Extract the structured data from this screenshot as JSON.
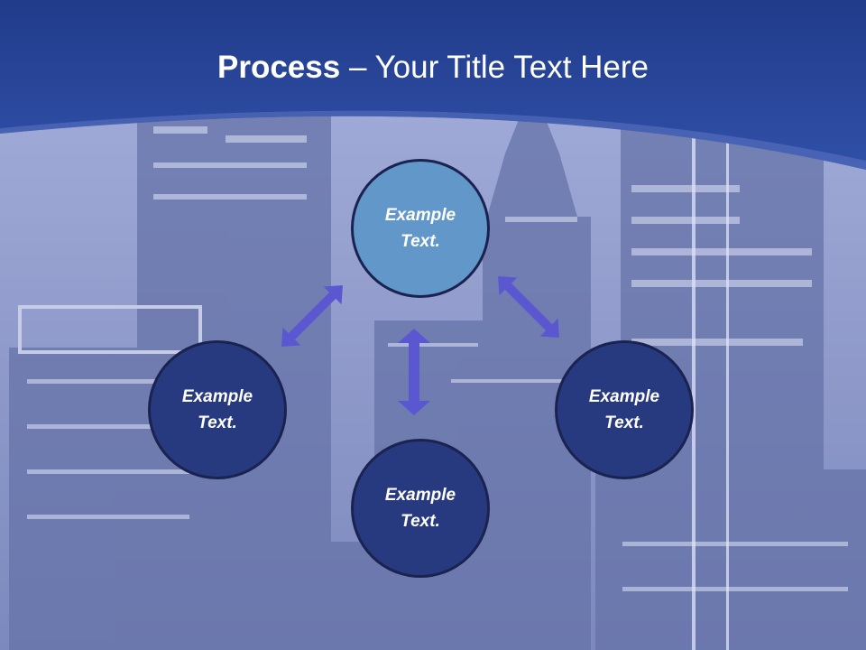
{
  "title": {
    "bold": "Process",
    "rest": " – Your Title Text Here"
  },
  "nodes": {
    "top": "Example Text.",
    "left": "Example Text.",
    "right": "Example Text.",
    "bottom": "Example Text."
  },
  "colors": {
    "banner": "#2a4a9e",
    "node_top": "#6297c9",
    "node_dark": "#283a7f",
    "arrow": "#5b57d1"
  }
}
